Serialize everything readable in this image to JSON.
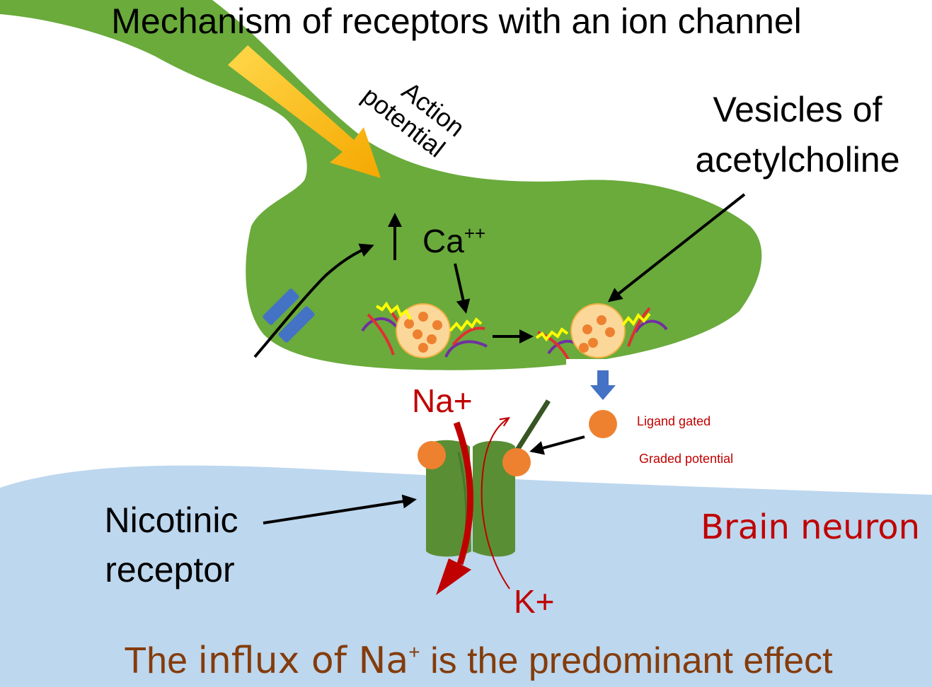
{
  "title": "Mechanism of receptors with an ion channel",
  "labels": {
    "action_potential_line1": "Action",
    "action_potential_line2": "potential",
    "vesicles_line1": "Vesicles of",
    "vesicles_line2": "acetylcholine",
    "calcium": "Ca",
    "calcium_charge": "++",
    "sodium": "Na+",
    "potassium": "K+",
    "ligand_gated": "Ligand gated",
    "graded_potential": "Graded potential",
    "nicotinic_line1": "Nicotinic",
    "nicotinic_line2": "receptor",
    "brain_neuron": "Brain neuron"
  },
  "footer": {
    "part1": "The ",
    "part2": "influx of Na",
    "charge": "+",
    "part3": " is the predominant effect"
  },
  "colors": {
    "neuron_green": "#6aab3c",
    "postsynaptic_blue": "#bdd7ee",
    "action_arrow_yellow": "#ffc000",
    "receptor_green": "#5a8e35",
    "ligand_orange": "#ee8130",
    "vesicle_fill": "#fbd89a",
    "sodium_red": "#c00000",
    "footer_brown": "#843c0c",
    "channel_blue": "#4472c4"
  }
}
